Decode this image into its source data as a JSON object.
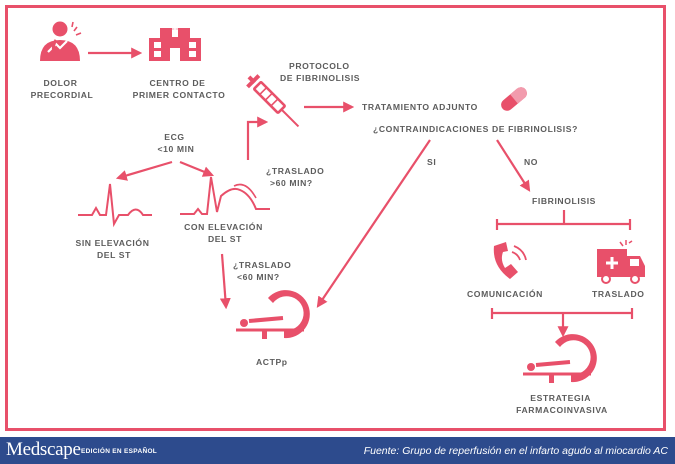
{
  "colors": {
    "accent": "#e8506a",
    "text": "#5c5c5c",
    "footer": "#2d4b8d"
  },
  "nodes": {
    "dolor": [
      "DOLOR",
      "PRECORDIAL"
    ],
    "centro": [
      "CENTRO DE",
      "PRIMER CONTACTO"
    ],
    "protocolo": [
      "PROTOCOLO",
      "DE FIBRINOLISIS"
    ],
    "tratamiento": "TRATAMIENTO ADJUNTO",
    "contraindicaciones": "¿CONTRAINDICACIONES DE FIBRINOLISIS?",
    "si": "SI",
    "no": "NO",
    "ecg": [
      "ECG",
      "<10 MIN"
    ],
    "sin_elevacion": [
      "SIN ELEVACIÓN",
      "DEL ST"
    ],
    "con_elevacion": [
      "CON ELEVACIÓN",
      "DEL ST"
    ],
    "traslado_mayor": [
      "¿TRASLADO",
      ">60 MIN?"
    ],
    "traslado_menor": [
      "¿TRASLADO",
      "<60 MIN?"
    ],
    "actpp": "ACTPp",
    "fibrinolisis": "FIBRINOLISIS",
    "comunicacion": "COMUNICACIÓN",
    "traslado": "TRASLADO",
    "estrategia": [
      "ESTRATEGIA",
      "FARMACOINVASIVA"
    ]
  },
  "icons": [
    "person-chest-pain-icon",
    "hospital-icon",
    "syringe-icon",
    "pill-capsule-icon",
    "ecg-normal-icon",
    "ecg-st-elevation-icon",
    "cath-lab-icon",
    "phone-icon",
    "ambulance-icon"
  ],
  "footer": {
    "brand": "Medscape",
    "edition": "EDICIÓN EN ESPAÑOL",
    "source": "Fuente: Grupo de reperfusión en el infarto agudo al miocardio AC"
  }
}
